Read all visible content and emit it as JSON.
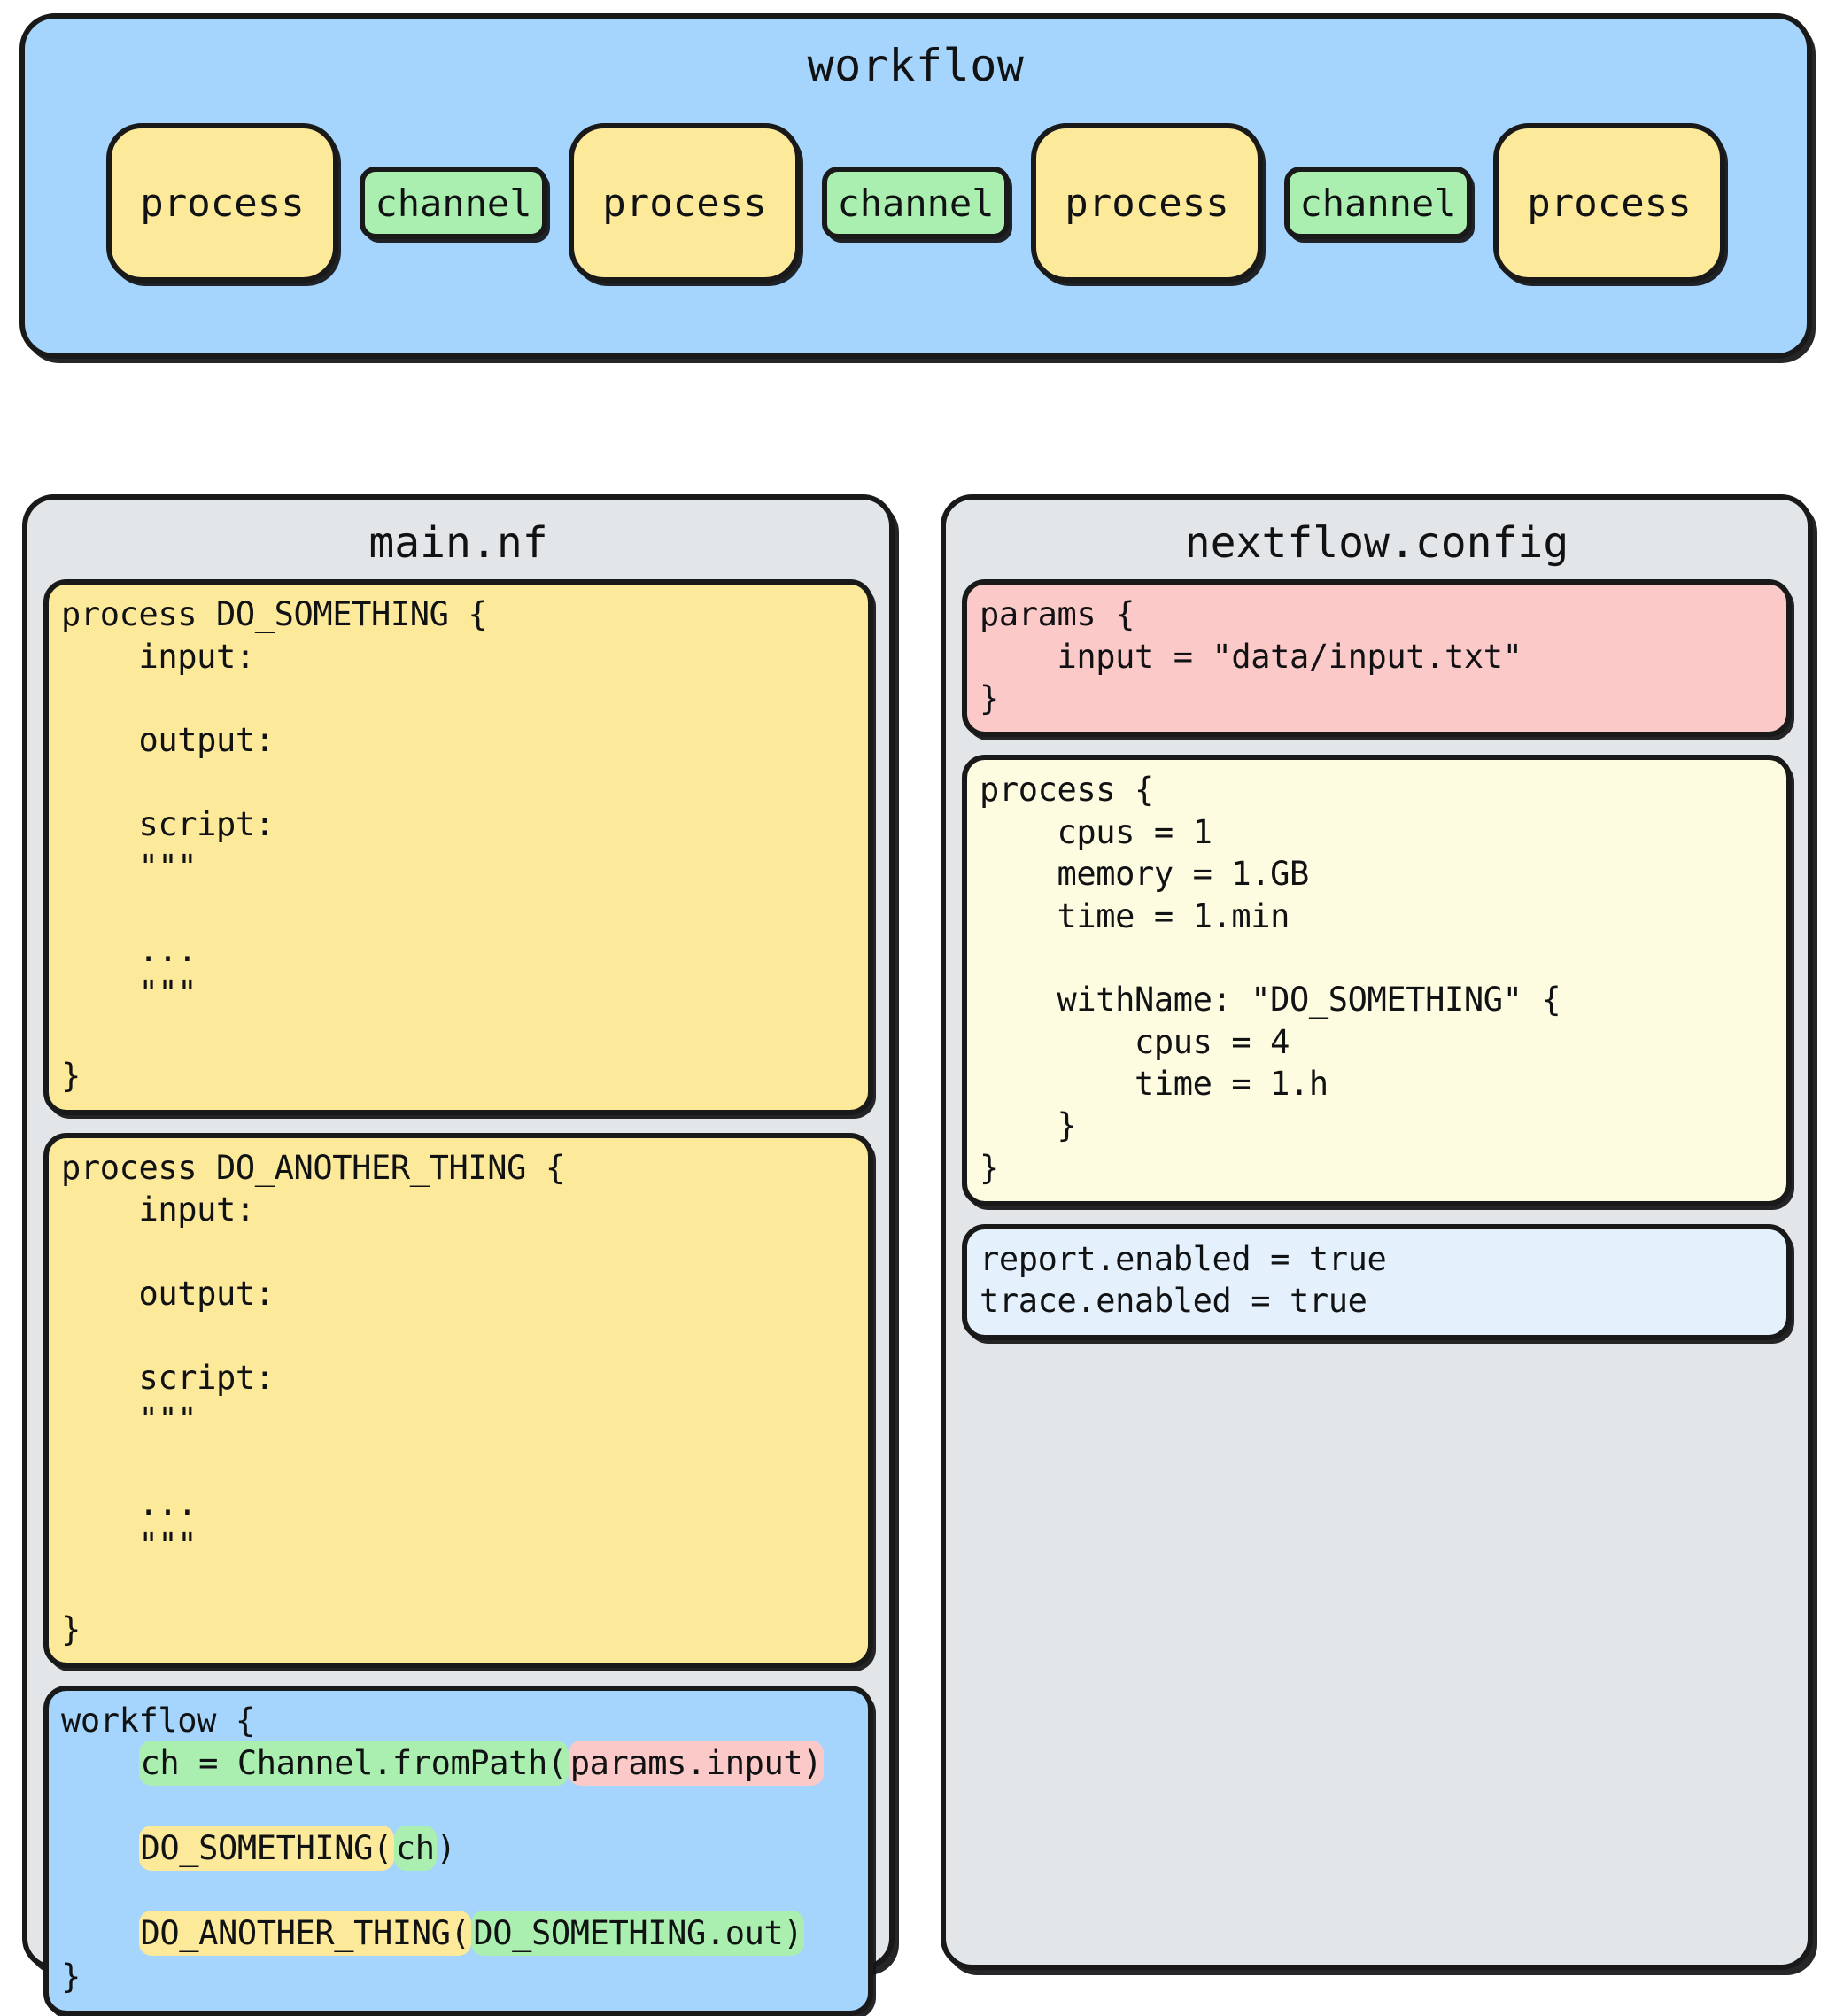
{
  "workflow_panel": {
    "title": "workflow",
    "nodes": [
      {
        "kind": "process",
        "label": "process"
      },
      {
        "kind": "channel",
        "label": "channel"
      },
      {
        "kind": "process",
        "label": "process"
      },
      {
        "kind": "channel",
        "label": "channel"
      },
      {
        "kind": "process",
        "label": "process"
      },
      {
        "kind": "channel",
        "label": "channel"
      },
      {
        "kind": "process",
        "label": "process"
      }
    ],
    "colors": {
      "panel_blue": "#a5d5fd",
      "process_yellow": "#fde99a",
      "channel_green": "#aaefaf",
      "stroke": "#19191a"
    }
  },
  "main_nf": {
    "title": "main.nf",
    "blocks": {
      "process_do_something": "process DO_SOMETHING {\n    input:\n\n    output:\n\n    script:\n    \"\"\"\n\n    ...\n    \"\"\"\n\n}",
      "process_do_another_thing": "process DO_ANOTHER_THING {\n    input:\n\n    output:\n\n    script:\n    \"\"\"\n\n    ...\n    \"\"\"\n\n}",
      "workflow_open": "workflow {",
      "workflow_line1_green": "ch = Channel.fromPath(",
      "workflow_line1_pink": "params.input)",
      "workflow_line2_yellow": "DO_SOMETHING(",
      "workflow_line2_green": "ch",
      "workflow_line2_tail": ")",
      "workflow_line3_yellow": "DO_ANOTHER_THING(",
      "workflow_line3_green": "DO_SOMETHING.out)",
      "workflow_close": "}"
    }
  },
  "nextflow_config": {
    "title": "nextflow.config",
    "blocks": {
      "params": "params {\n    input = \"data/input.txt\"\n}",
      "process": "process {\n    cpus = 1\n    memory = 1.GB\n    time = 1.min\n\n    withName: \"DO_SOMETHING\" {\n        cpus = 4\n        time = 1.h\n    }\n}",
      "reporting": "report.enabled = true\ntrace.enabled = true"
    }
  },
  "colors": {
    "panel_gray": "#e3e6e9",
    "pink": "#fcc9c9",
    "light_yellow": "#fdfbe0",
    "light_blue": "#e4f1fd",
    "blue": "#a5d5fd",
    "yellow": "#fde99a",
    "green": "#aaefaf",
    "ink": "#111214"
  }
}
